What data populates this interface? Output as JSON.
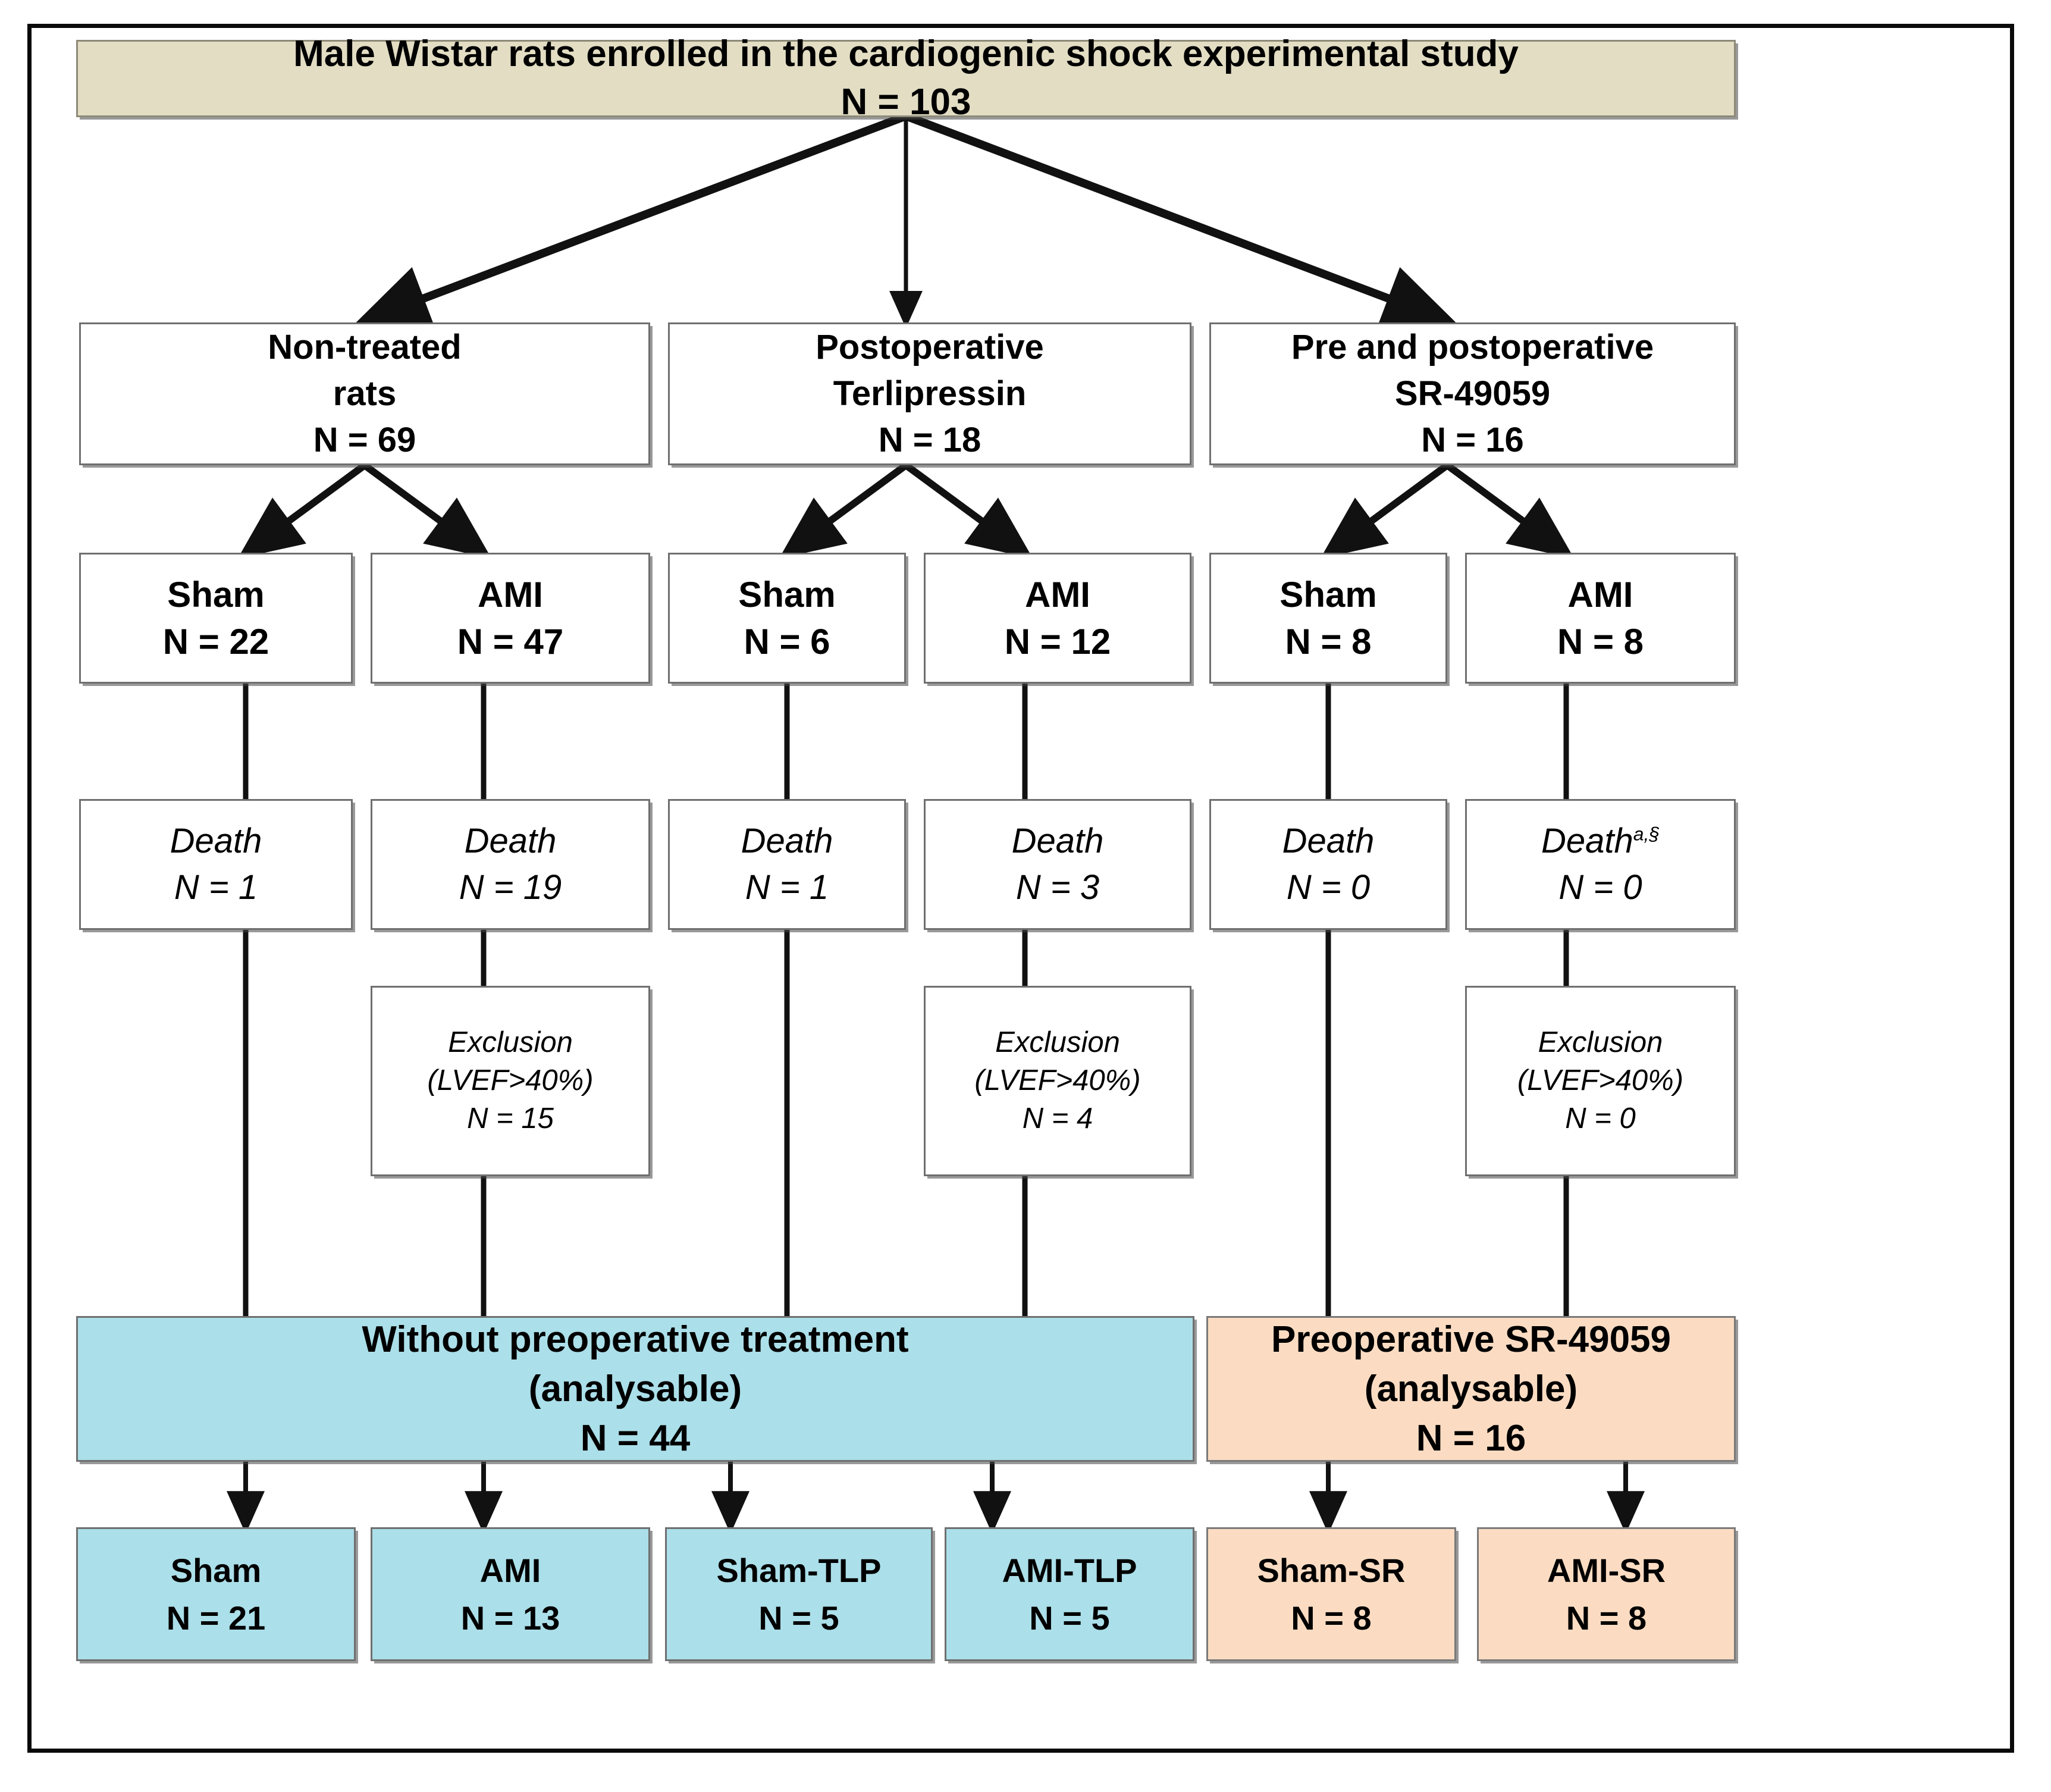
{
  "figure": {
    "type": "flowchart",
    "title_box": {
      "label": "Male Wistar rats enrolled in the cardiogenic shock experimental study",
      "count": "N = 103",
      "color": "#e2ddc3"
    },
    "groups": [
      {
        "line1": "Non-treated",
        "line2": "rats",
        "count": "N = 69"
      },
      {
        "line1": "Postoperative",
        "line2": "Terlipressin",
        "count": "N = 18"
      },
      {
        "line1": "Pre and postoperative",
        "line2": "SR-49059",
        "count": "N = 16"
      }
    ],
    "arms": [
      {
        "label": "Sham",
        "count": "N = 22"
      },
      {
        "label": "AMI",
        "count": "N = 47"
      },
      {
        "label": "Sham",
        "count": "N = 6"
      },
      {
        "label": "AMI",
        "count": "N = 12"
      },
      {
        "label": "Sham",
        "count": "N = 8"
      },
      {
        "label": "AMI",
        "count": "N = 8"
      }
    ],
    "deaths": [
      {
        "label": "Death",
        "sup": "",
        "count": "N = 1"
      },
      {
        "label": "Death",
        "sup": "",
        "count": "N = 19"
      },
      {
        "label": "Death",
        "sup": "",
        "count": "N = 1"
      },
      {
        "label": "Death",
        "sup": "",
        "count": "N = 3"
      },
      {
        "label": "Death",
        "sup": "",
        "count": "N = 0"
      },
      {
        "label": "Death",
        "sup": "a,§",
        "count": "N = 0"
      }
    ],
    "exclusions": [
      {
        "label": "Exclusion",
        "criterion": "(LVEF>40%)",
        "count": "N = 15"
      },
      {
        "label": "Exclusion",
        "criterion": "(LVEF>40%)",
        "count": "N = 4"
      },
      {
        "label": "Exclusion",
        "criterion": "(LVEF>40%)",
        "count": "N = 0"
      }
    ],
    "summaries": [
      {
        "line1": "Without preoperative treatment",
        "line2": "(analysable)",
        "count": "N = 44",
        "color": "#abdfe9"
      },
      {
        "line1": "Preoperative SR-49059",
        "line2": "(analysable)",
        "count": "N = 16",
        "color": "#fbdcc2"
      }
    ],
    "final_groups": [
      {
        "label": "Sham",
        "count": "N = 21",
        "color": "#abdfe9"
      },
      {
        "label": "AMI",
        "count": "N = 13",
        "color": "#abdfe9"
      },
      {
        "label": "Sham-TLP",
        "count": "N = 5",
        "color": "#abdfe9"
      },
      {
        "label": "AMI-TLP",
        "count": "N = 5",
        "color": "#abdfe9"
      },
      {
        "label": "Sham-SR",
        "count": "N = 8",
        "color": "#fbdcc2"
      },
      {
        "label": "AMI-SR",
        "count": "N = 8",
        "color": "#fbdcc2"
      }
    ]
  }
}
